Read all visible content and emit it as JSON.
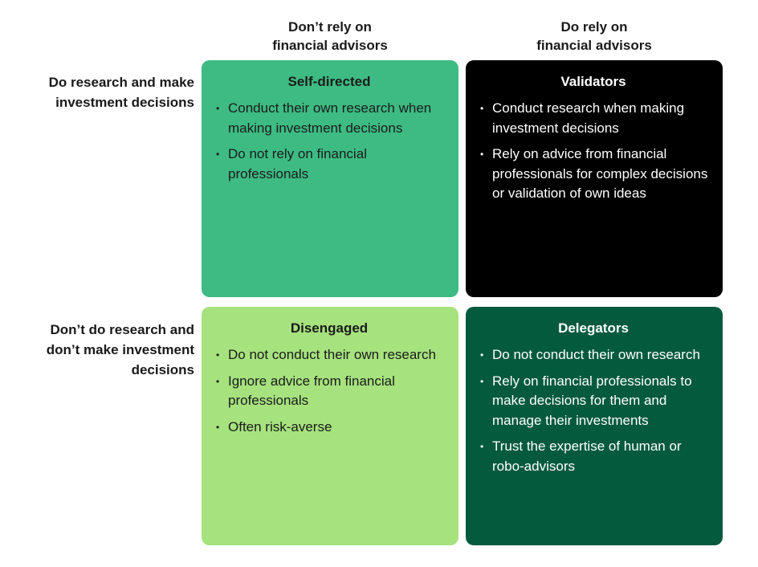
{
  "columns": [
    {
      "line1": "Don’t rely on",
      "line2": "financial advisors"
    },
    {
      "line1": "Do rely on",
      "line2": "financial advisors"
    }
  ],
  "rows": [
    {
      "line1": "Do research and make",
      "line2": "investment decisions",
      "line3": ""
    },
    {
      "line1": "Don’t do research and",
      "line2": "don’t make investment",
      "line3": "decisions"
    }
  ],
  "quadrants": {
    "self_directed": {
      "title": "Self-directed",
      "color": "#3dbb83",
      "bullets": [
        "Conduct their own research when making investment decisions",
        "Do not rely on financial professionals"
      ]
    },
    "validators": {
      "title": "Validators",
      "color": "#000000",
      "bullets": [
        "Conduct research when making investment decisions",
        "Rely on advice from financial professionals for complex decisions or validation of own ideas"
      ]
    },
    "disengaged": {
      "title": "Disengaged",
      "color": "#a6e27e",
      "bullets": [
        "Do not conduct their own research",
        "Ignore advice from financial professionals",
        "Often risk-averse"
      ]
    },
    "delegators": {
      "title": "Delegators",
      "color": "#045a3d",
      "bullets": [
        "Do not conduct their own research",
        "Rely on financial professionals to make decisions for them and manage their investments",
        "Trust the expertise of human or robo-advisors"
      ]
    }
  },
  "bullet_glyph": "•"
}
